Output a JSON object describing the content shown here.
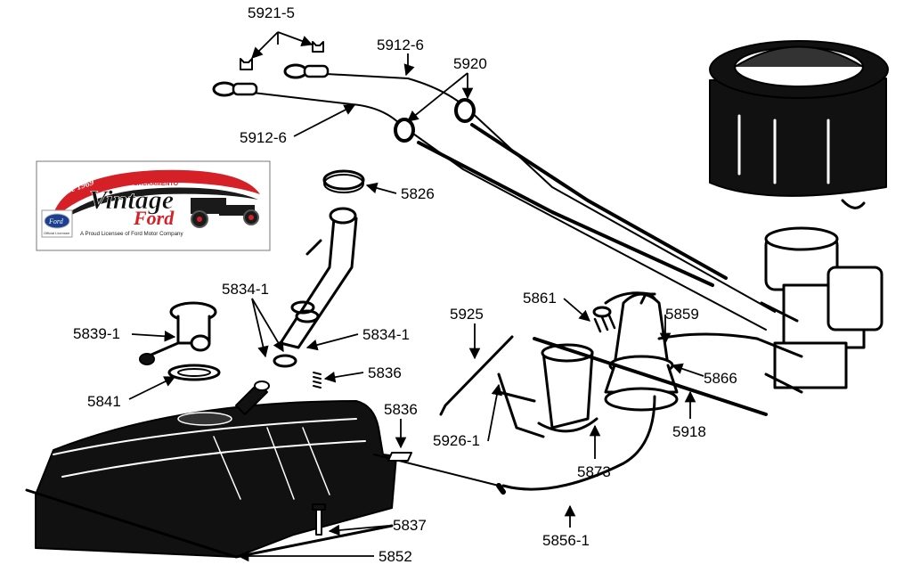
{
  "colors": {
    "ink": "#000000",
    "logo_red": "#d62027",
    "logo_blue": "#1d3f8f",
    "logo_dark": "#1a1a1a"
  },
  "logo": {
    "since": "Since 1969",
    "sacramento": "SACRAMENTO",
    "vintage": "Vintage",
    "ford": "Ford",
    "emblem": "Ford",
    "licensed": "Official Licensee",
    "tagline": "A Proud Licensee of Ford Motor Company"
  },
  "parts": [
    {
      "id": "p1",
      "label": "5921-5"
    },
    {
      "id": "p2",
      "label": "5912-6"
    },
    {
      "id": "p3",
      "label": "5920"
    },
    {
      "id": "p4",
      "label": "5912-6"
    },
    {
      "id": "p5",
      "label": "5826"
    },
    {
      "id": "p6",
      "label": "5834-1"
    },
    {
      "id": "p7",
      "label": "5834-1"
    },
    {
      "id": "p8",
      "label": "5839-1"
    },
    {
      "id": "p9",
      "label": "5836"
    },
    {
      "id": "p10",
      "label": "5841"
    },
    {
      "id": "p11",
      "label": "5836"
    },
    {
      "id": "p12",
      "label": "5925"
    },
    {
      "id": "p13",
      "label": "5861"
    },
    {
      "id": "p14",
      "label": "5859"
    },
    {
      "id": "p15",
      "label": "5866"
    },
    {
      "id": "p16",
      "label": "5918"
    },
    {
      "id": "p17",
      "label": "5926-1"
    },
    {
      "id": "p18",
      "label": "5873"
    },
    {
      "id": "p19",
      "label": "5837"
    },
    {
      "id": "p20",
      "label": "5856-1"
    },
    {
      "id": "p21",
      "label": "5852"
    }
  ]
}
